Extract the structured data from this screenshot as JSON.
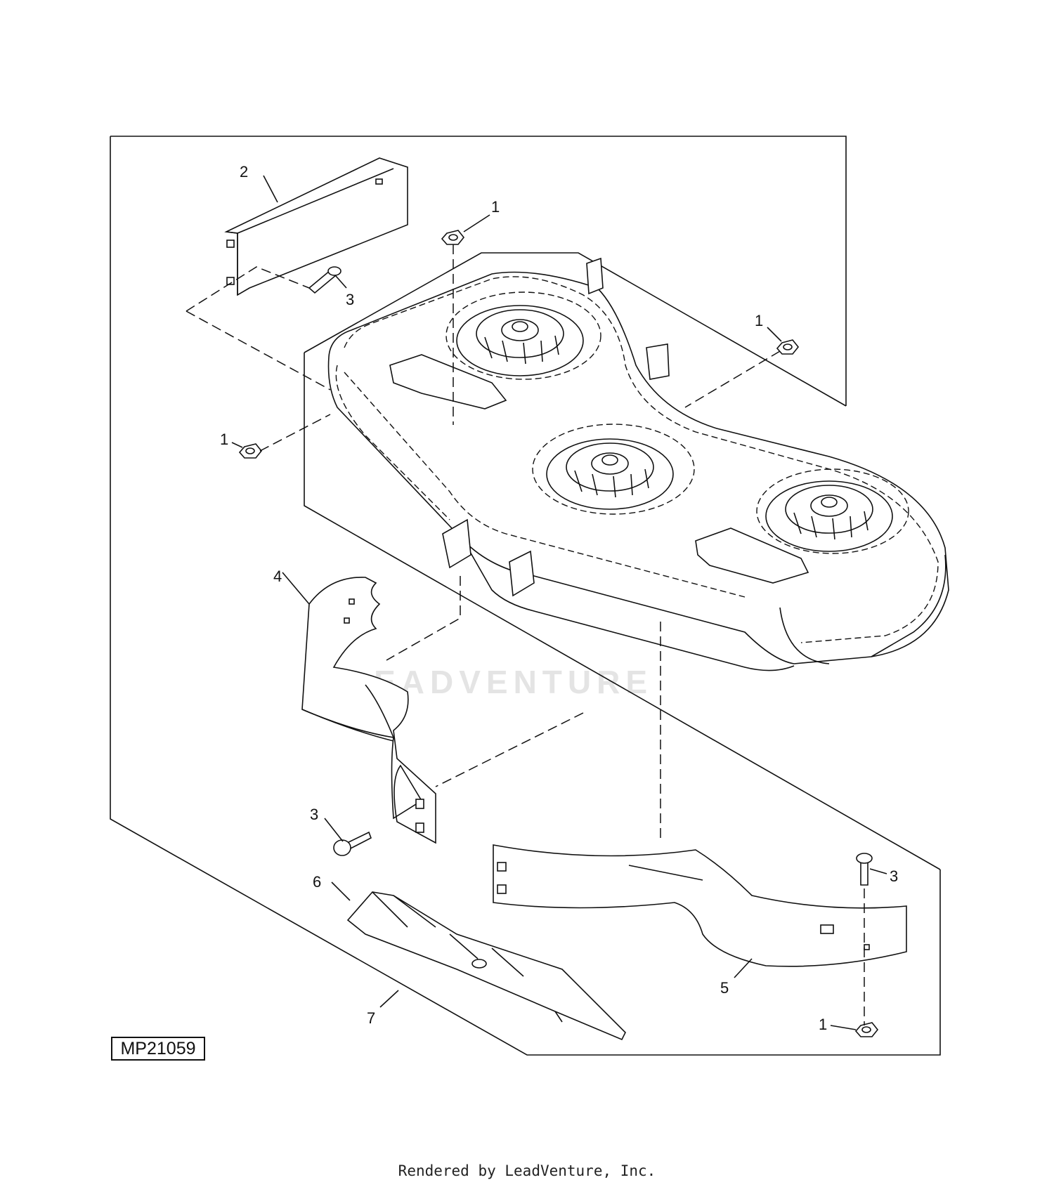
{
  "diagram": {
    "id_label": "MP21059",
    "watermark": "LEADVENTURE",
    "callouts": [
      {
        "key": "nut-1-top",
        "text": "1"
      },
      {
        "key": "nut-1-right",
        "text": "1"
      },
      {
        "key": "nut-1-left",
        "text": "1"
      },
      {
        "key": "nut-1-bottom",
        "text": "1"
      },
      {
        "key": "bracket-2",
        "text": "2"
      },
      {
        "key": "bolt-3-upper",
        "text": "3"
      },
      {
        "key": "bolt-3-lower",
        "text": "3"
      },
      {
        "key": "bolt-3-right",
        "text": "3"
      },
      {
        "key": "baffle-4",
        "text": "4"
      },
      {
        "key": "baffle-5",
        "text": "5"
      },
      {
        "key": "blade-6",
        "text": "6"
      },
      {
        "key": "blade-7",
        "text": "7"
      }
    ]
  },
  "footer": {
    "text": "Rendered by LeadVenture, Inc."
  }
}
